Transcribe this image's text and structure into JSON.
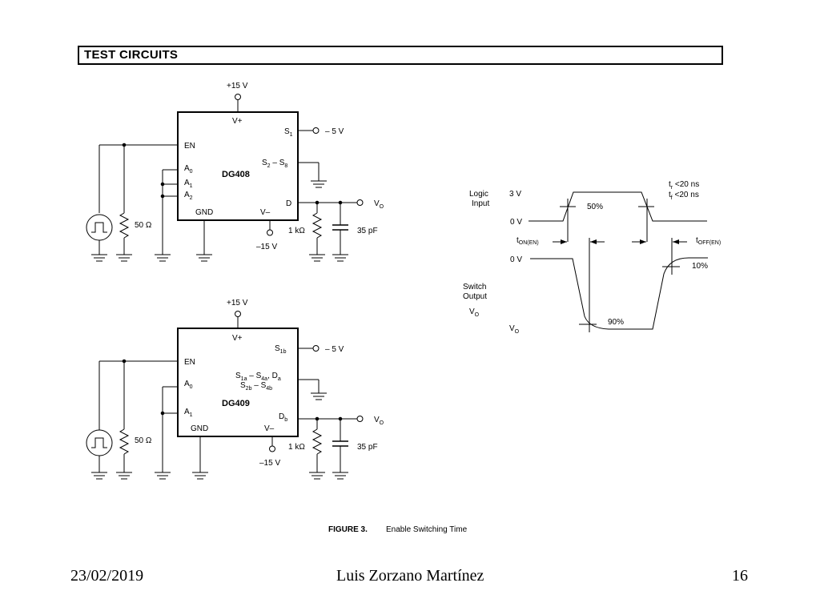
{
  "header": {
    "title": "TEST CIRCUITS"
  },
  "circuit_top": {
    "chip": "DG408",
    "supply_pos": "+15 V",
    "supply_neg": "–15 V",
    "source_neg": "– 5 V",
    "pin_vplus": "V+",
    "pin_en": "EN",
    "pin_s1_main": "S",
    "pin_s1_sub": "1",
    "pin_s2s8_a": "S",
    "pin_s2s8_b": "2",
    "pin_s2s8_c": " – S",
    "pin_s2s8_d": "8",
    "pin_a0_main": "A",
    "pin_a0_sub": "0",
    "pin_a1_main": "A",
    "pin_a1_sub": "1",
    "pin_a2_main": "A",
    "pin_a2_sub": "2",
    "pin_gnd": "GND",
    "pin_vminus": "V–",
    "pin_d": "D",
    "out_main": "V",
    "out_sub": "O",
    "res_load": "1 kΩ",
    "cap_load": "35 pF",
    "res_gen": "50 Ω"
  },
  "circuit_bottom": {
    "chip": "DG409",
    "supply_pos": "+15 V",
    "supply_neg": "–15 V",
    "source_neg": "– 5 V",
    "pin_vplus": "V+",
    "pin_en": "EN",
    "pin_s1b_main": "S",
    "pin_s1b_sub": "1b",
    "l1_a": "S",
    "l1_b": "1a",
    "l1_c": " – S",
    "l1_d": "4a",
    "l1_e": ", D",
    "l1_f": "a",
    "l2_a": "S",
    "l2_b": "2b",
    "l2_c": " – S",
    "l2_d": "4b",
    "pin_a0_main": "A",
    "pin_a0_sub": "0",
    "pin_a1_main": "A",
    "pin_a1_sub": "1",
    "pin_gnd": "GND",
    "pin_vminus": "V–",
    "pin_db_main": "D",
    "pin_db_sub": "b",
    "out_main": "V",
    "out_sub": "O",
    "res_load": "1 kΩ",
    "cap_load": "35 pF",
    "res_gen": "50 Ω"
  },
  "timing": {
    "logic_input_1": "Logic",
    "logic_input_2": "Input",
    "level_3v": "3 V",
    "level_0v_top": "0 V",
    "pct_50": "50%",
    "tr_main": "t",
    "tr_sub": "r",
    "tr_rest": " <20 ns",
    "tf_main": "t",
    "tf_sub": "f",
    "tf_rest": " <20 ns",
    "ton_main": "t",
    "ton_sub": "ON(EN)",
    "toff_main": "t",
    "toff_sub": "OFF(EN)",
    "level_0v_bottom": "0 V",
    "pct_10": "10%",
    "switch_output_1": "Switch",
    "switch_output_2": "Output",
    "vo1_main": "V",
    "vo1_sub": "O",
    "pct_90": "90%",
    "vo2_main": "V",
    "vo2_sub": "O"
  },
  "caption": {
    "label": "FIGURE  3.",
    "text": "Enable Switching Time"
  },
  "footer": {
    "date": "23/02/2019",
    "author": "Luis Zorzano Martínez",
    "page": "16"
  }
}
